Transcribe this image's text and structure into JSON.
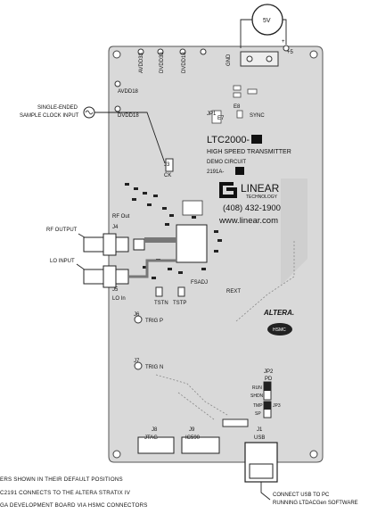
{
  "callouts": {
    "supply": "5V",
    "plus5": "+5",
    "gnd": "GND",
    "sample_clock": [
      "SINGLE-ENDED",
      "SAMPLE CLOCK INPUT"
    ],
    "rf_output": "RF OUTPUT",
    "lo_input": "LO INPUT",
    "usb_connect": [
      "CONNECT USB TO PC",
      "RUNNING LTDACGen SOFTWARE"
    ]
  },
  "board": {
    "silk": {
      "avdd18": "AVDD18",
      "avdd33": "AVDD33",
      "dvdd33": "DVDD33",
      "dvdd18": "DVDD18",
      "jp1": "JP1",
      "e7": "E7",
      "e8": "E8",
      "sync": "SYNC",
      "j3": "J3",
      "clk": "CK",
      "rf_out": "RF Out",
      "j4": "J4",
      "j5": "J5",
      "lo_in": "LO In",
      "fsadj": "FSADJ",
      "rext": "REXT",
      "tstn": "TSTN",
      "tstp": "TSTP",
      "j6": "J6",
      "trig_p": "TRIG P",
      "j7": "J7",
      "trig_n": "TRIG N",
      "jp2": "JP2",
      "pd": "PD",
      "run": "RUN",
      "shdn": "SHDN",
      "jp3": "JP3",
      "tmp": "TMP",
      "sp": "SP",
      "j8": "J8",
      "jtag": "JTAG",
      "j9": "J9",
      "ic590": "IC590",
      "j1": "J1",
      "usb": "USB"
    },
    "product": {
      "part": "LTC2000-",
      "title": "HIGH SPEED TRANSMITTER",
      "subtitle": "DEMO CIRCUIT",
      "circuit": "2191A-"
    },
    "brand": {
      "name": "LINEAR",
      "sub": "TECHNOLOGY",
      "phone": "(408) 432-1900",
      "url": "www.linear.com"
    },
    "altera": "ALTERA."
  },
  "footnotes": [
    "ERS SHOWN IN THEIR DEFAULT POSITIONS",
    "C2191 CONNECTS TO THE ALTERA STRATIX IV",
    "GA DEVELOPMENT BOARD VIA HSMC CONNECTORS"
  ]
}
